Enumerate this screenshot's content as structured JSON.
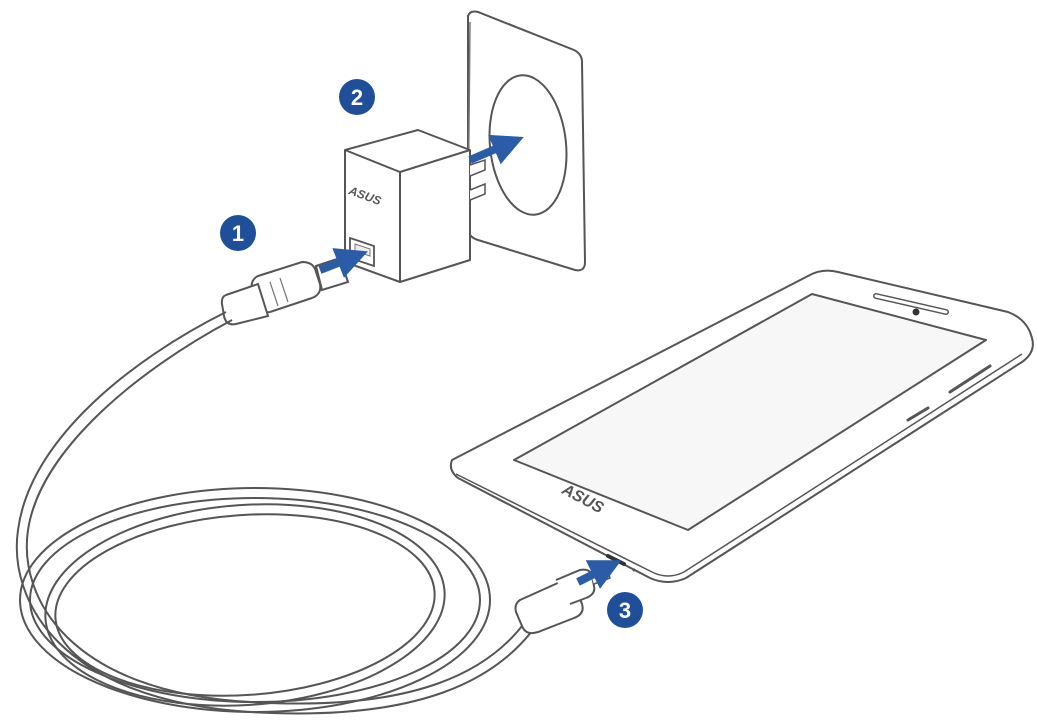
{
  "steps": [
    {
      "number": "1",
      "target": "usb-cable-into-adapter"
    },
    {
      "number": "2",
      "target": "adapter-into-wall-outlet"
    },
    {
      "number": "3",
      "target": "micro-usb-into-tablet"
    }
  ],
  "brand": {
    "logo_text": "ASUS"
  },
  "colors": {
    "step_badge": "#1f4f98",
    "arrow": "#2a5ca8",
    "line": "#555555",
    "device_fill": "#ffffff",
    "screen_fill": "#f7f7f7"
  }
}
